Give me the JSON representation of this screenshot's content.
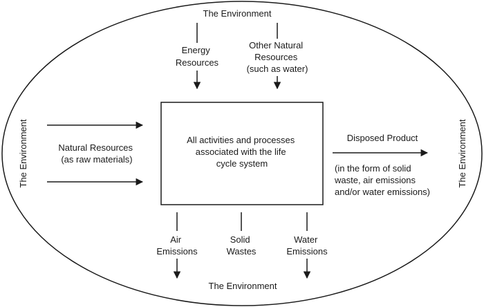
{
  "environment": {
    "top": "The Environment",
    "left": "The Environment",
    "right": "The Environment",
    "bottom": "The Environment"
  },
  "inputs": {
    "energy": [
      "Energy",
      "Resources"
    ],
    "other_natural": [
      "Other Natural",
      "Resources",
      "(such as water)"
    ],
    "natural_resources": [
      "Natural Resources",
      "(as raw materials)"
    ]
  },
  "system_box": [
    "All activities and processes",
    "associated with the life",
    "cycle system"
  ],
  "outputs": {
    "disposed_product": "Disposed Product",
    "disposed_note": [
      "(in the form of solid",
      "waste, air emissions",
      "and/or water emissions)"
    ],
    "air": [
      "Air",
      "Emissions"
    ],
    "solid": [
      "Solid",
      "Wastes"
    ],
    "water": [
      "Water",
      "Emissions"
    ]
  }
}
